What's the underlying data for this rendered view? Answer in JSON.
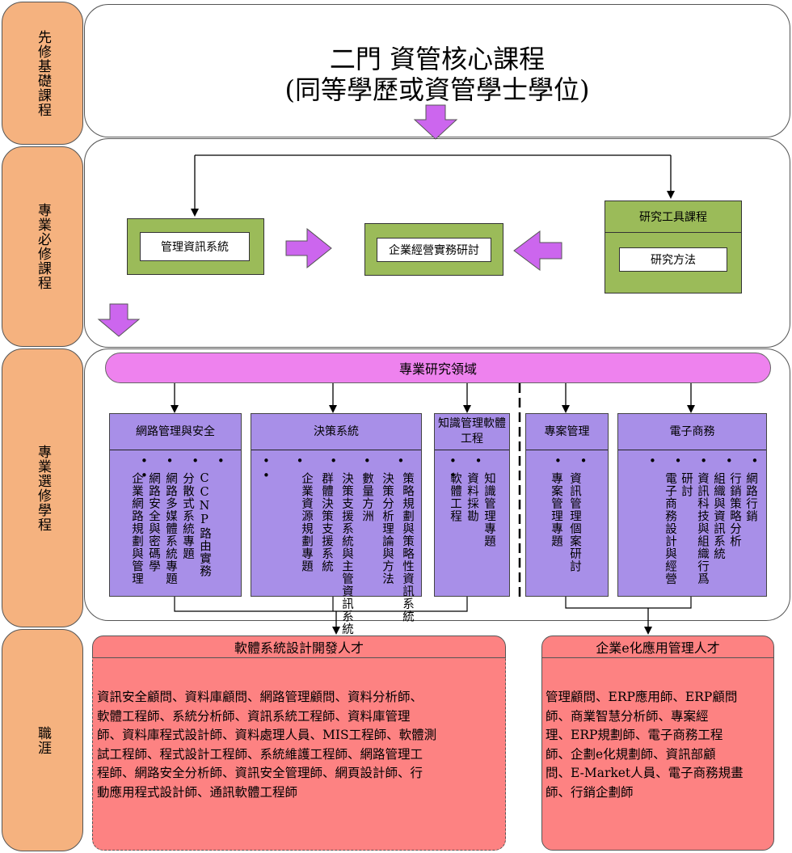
{
  "sidebar": {
    "prereq": "先修基礎課程",
    "required": "專業必修課程",
    "elective": "專業選修學程",
    "career": "職涯"
  },
  "top": {
    "line1": "二門  資管核心課程",
    "line2": "(同等學歷或資管學士學位)"
  },
  "required": {
    "mis": "管理資訊系統",
    "seminar": "企業經營實務研討",
    "tools_title": "研究工具課程",
    "method": "研究方法"
  },
  "research_bar": "專業研究領域",
  "tracks": [
    {
      "name": "網路管理與安全",
      "dots": "• • • • •",
      "courses": [
        "CCNP路由實務",
        "分散式系統專題",
        "網路多媒體系統專題",
        "網路安全與密碼學",
        "企業網路規劃與管理"
      ]
    },
    {
      "name": "決策系統",
      "dots": "• • • • • •",
      "courses": [
        "策略規劃與策略性資訊系統",
        "決策分析理論與方法",
        "數量方洲",
        "決策支援系統與主管資訊系統",
        "群體決策支援系統",
        "企業資源規劃專題"
      ]
    },
    {
      "name": "知識管理軟體工程",
      "dots": "• • •",
      "courses": [
        "知識管理專題",
        "資料採勘",
        "軟體工程"
      ]
    },
    {
      "name": "專案管理",
      "dots": "• •",
      "courses": [
        "資訊管理個案研討",
        "專案管理專題"
      ]
    },
    {
      "name": "電子商務",
      "dots": "• • • • •",
      "courses": [
        "網路行銷",
        "行銷策略分析",
        "組織與資訊系統",
        "資訊科技與組織行爲",
        "研討",
        "電子商務設計與經營"
      ]
    }
  ],
  "careers": {
    "software": {
      "title": "軟體系統設計開發人才",
      "lines": [
        "資訊安全顧問、資料庫顧問、網路管理顧問、資料分析師、",
        "軟體工程師、系統分析師、資訊系統工程師、資料庫管理",
        "師、資料庫程式設計師、資料處理人員、MIS工程師、軟體測",
        "試工程師、程式設計工程師、系統維護工程師、網路管理工",
        "程師、網路安全分析師、資訊安全管理師、網頁設計師、行",
        "動應用程式設計師、通訊軟體工程師"
      ]
    },
    "enterprise": {
      "title": "企業e化應用管理人才",
      "lines": [
        "管理顧問、ERP應用師、ERP顧問",
        "師、商業智慧分析師、專案經",
        "理、ERP規劃師、電子商務工程",
        "師、企劃e化規劃師、資訊部顧",
        "問、E-Market人員、電子商務規畫",
        "師、行銷企劃師"
      ]
    }
  },
  "colors": {
    "sidebar": "#f5b27f",
    "required_box": "#9bbb59",
    "research_bar": "#ee82ee",
    "track_box": "#a88fe8",
    "career_box": "#fd8282",
    "arrow": "#cc66ee"
  }
}
